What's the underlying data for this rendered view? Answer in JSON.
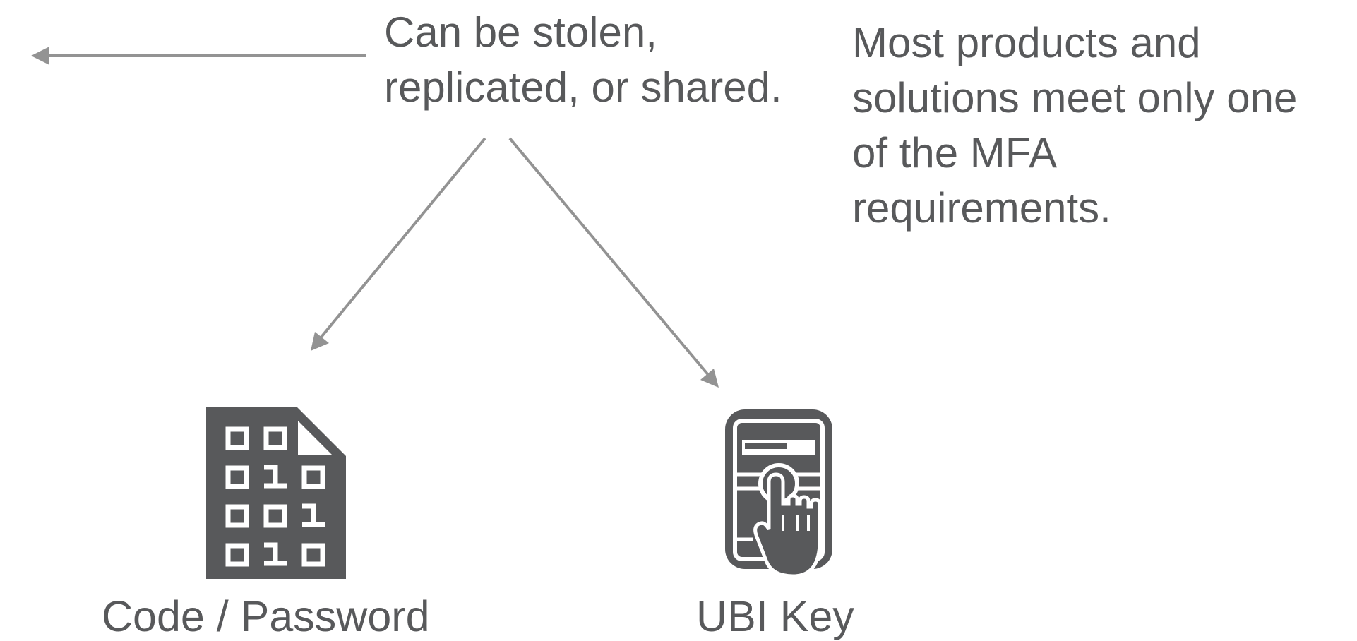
{
  "top_caption": {
    "line1": "Can be stolen,",
    "line2": "replicated, or shared."
  },
  "side_note": {
    "line1": "Most products and",
    "line2": "solutions meet only one",
    "line3": "of the MFA",
    "line4": "requirements."
  },
  "factors": [
    {
      "label": "Code / Password",
      "icon": "binary-document-icon"
    },
    {
      "label": "UBI Key",
      "icon": "hand-on-keypad-device-icon"
    }
  ],
  "colors": {
    "text": "#58595b",
    "icon": "#58595b",
    "arrow": "#939393",
    "background": "#ffffff"
  }
}
